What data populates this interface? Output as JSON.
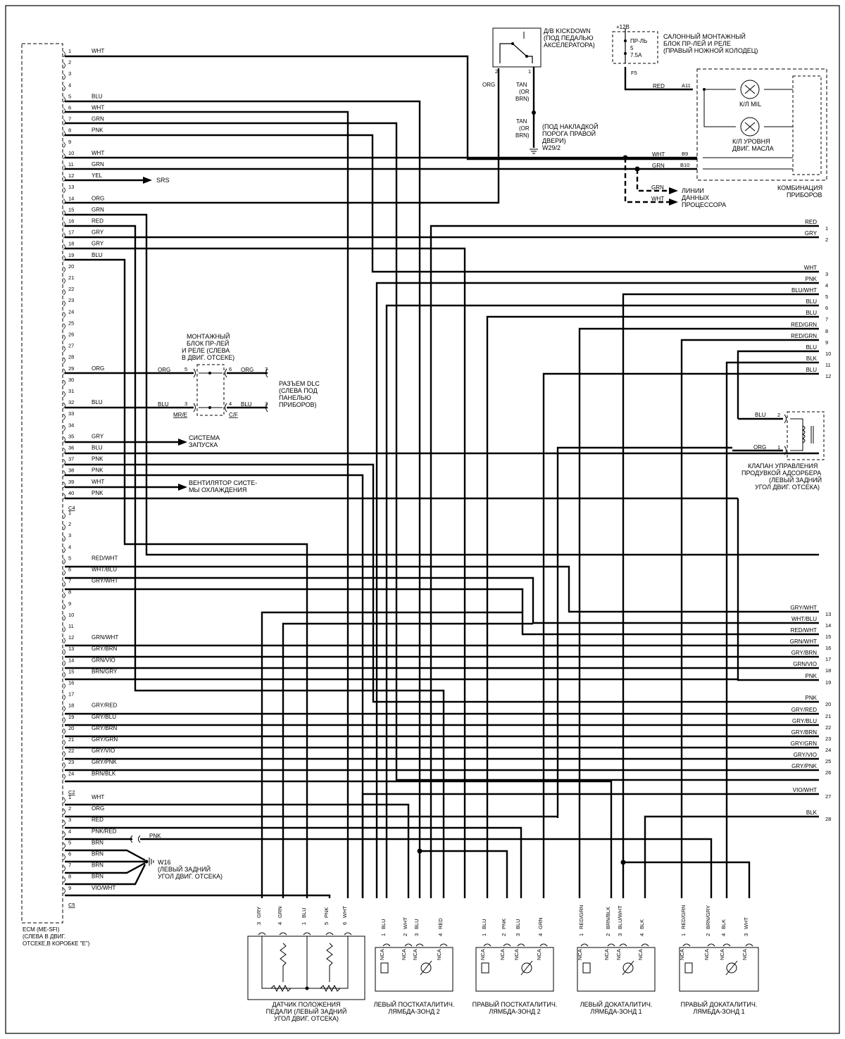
{
  "ecm": {
    "label": [
      "ECM (ME-SFI)",
      "(СЛЕВА В ДВИГ.",
      "ОТСЕКЕ,В КОРОБКЕ \"E\")"
    ],
    "connectors": [
      {
        "name": "",
        "pins": [
          {
            "n": "1",
            "w": "WHT"
          },
          {
            "n": "2",
            "w": ""
          },
          {
            "n": "3",
            "w": ""
          },
          {
            "n": "4",
            "w": ""
          },
          {
            "n": "5",
            "w": "BLU"
          },
          {
            "n": "6",
            "w": "WHT"
          },
          {
            "n": "7",
            "w": "GRN"
          },
          {
            "n": "8",
            "w": "PNK"
          },
          {
            "n": "9",
            "w": ""
          },
          {
            "n": "10",
            "w": "WHT"
          },
          {
            "n": "11",
            "w": "GRN"
          },
          {
            "n": "12",
            "w": "YEL"
          },
          {
            "n": "13",
            "w": ""
          },
          {
            "n": "14",
            "w": "ORG"
          },
          {
            "n": "15",
            "w": "GRN"
          },
          {
            "n": "16",
            "w": "RED"
          },
          {
            "n": "17",
            "w": "GRY"
          },
          {
            "n": "18",
            "w": "GRY"
          },
          {
            "n": "19",
            "w": "BLU"
          },
          {
            "n": "20",
            "w": ""
          },
          {
            "n": "21",
            "w": ""
          },
          {
            "n": "22",
            "w": ""
          },
          {
            "n": "23",
            "w": ""
          },
          {
            "n": "24",
            "w": ""
          },
          {
            "n": "25",
            "w": ""
          },
          {
            "n": "26",
            "w": ""
          },
          {
            "n": "27",
            "w": ""
          },
          {
            "n": "28",
            "w": ""
          },
          {
            "n": "29",
            "w": "ORG"
          },
          {
            "n": "30",
            "w": ""
          },
          {
            "n": "31",
            "w": ""
          },
          {
            "n": "32",
            "w": "BLU"
          },
          {
            "n": "33",
            "w": ""
          },
          {
            "n": "34",
            "w": ""
          },
          {
            "n": "35",
            "w": "GRY"
          },
          {
            "n": "36",
            "w": "BLU"
          },
          {
            "n": "37",
            "w": "PNK"
          },
          {
            "n": "38",
            "w": "PNK"
          },
          {
            "n": "39",
            "w": "WHT"
          },
          {
            "n": "40",
            "w": "PNK"
          }
        ]
      },
      {
        "name": "C4",
        "pins": [
          {
            "n": "1",
            "w": ""
          },
          {
            "n": "2",
            "w": ""
          },
          {
            "n": "3",
            "w": ""
          },
          {
            "n": "4",
            "w": ""
          },
          {
            "n": "5",
            "w": "RED/WHT"
          },
          {
            "n": "6",
            "w": "WHT/BLU"
          },
          {
            "n": "7",
            "w": "GRY/WHT"
          },
          {
            "n": "8",
            "w": ""
          },
          {
            "n": "9",
            "w": ""
          },
          {
            "n": "10",
            "w": ""
          },
          {
            "n": "11",
            "w": ""
          },
          {
            "n": "12",
            "w": "GRN/WHT"
          },
          {
            "n": "13",
            "w": "GRY/BRN"
          },
          {
            "n": "14",
            "w": "GRN/VIO"
          },
          {
            "n": "15",
            "w": "BRN/GRY"
          },
          {
            "n": "16",
            "w": ""
          },
          {
            "n": "17",
            "w": ""
          },
          {
            "n": "18",
            "w": "GRY/RED"
          },
          {
            "n": "19",
            "w": "GRY/BLU"
          },
          {
            "n": "20",
            "w": "GRY/BRN"
          },
          {
            "n": "21",
            "w": "GRY/GRN"
          },
          {
            "n": "22",
            "w": "GRY/VIO"
          },
          {
            "n": "23",
            "w": "GRY/PNK"
          },
          {
            "n": "24",
            "w": "BRN/BLK"
          }
        ]
      },
      {
        "name": "C2",
        "pins": [
          {
            "n": "1",
            "w": "WHT"
          },
          {
            "n": "2",
            "w": "ORG"
          },
          {
            "n": "3",
            "w": "RED"
          },
          {
            "n": "4",
            "w": "PNK/RED"
          },
          {
            "n": "5",
            "w": "BRN"
          },
          {
            "n": "6",
            "w": "BRN"
          },
          {
            "n": "7",
            "w": "BRN"
          },
          {
            "n": "8",
            "w": "BRN"
          },
          {
            "n": "9",
            "w": "VIO/WHT"
          }
        ]
      }
    ],
    "end_connector": "C5"
  },
  "kickdown": {
    "label": [
      "Д/В KICKDOWN",
      "(ПОД ПЕДАЛЬЮ",
      "АКСЕЛЕРАТОРА)"
    ],
    "pin_left": "2",
    "pin_right": "1",
    "wire_left": "ORG",
    "wire_tan1": [
      "TAN",
      "(OR",
      "BRN)"
    ],
    "wire_tan2": [
      "TAN",
      "(OR",
      "BRN)"
    ],
    "ground_label": [
      "(ПОД НАКЛАДКОЙ",
      "ПОРОГА ПРАВОЙ",
      "ДВЕРИ)",
      "W29/2"
    ]
  },
  "fuse_block": {
    "supply": "+12В",
    "fuse": [
      "ПР-ЛЬ",
      "5",
      "7.5A"
    ],
    "pin": "F5",
    "label": [
      "САЛОННЫЙ МОНТАЖНЫЙ",
      "БЛОК ПР-ЛЕЙ И  РЕЛЕ",
      "(ПРАВЫЙ НОЖНОЙ КОЛОДЕЦ)"
    ]
  },
  "cluster": {
    "label": [
      "КОМБИНАЦИЯ",
      "ПРИБОРОВ"
    ],
    "lamp1": "К/Л MIL",
    "lamp2": [
      "К/Л УРОВНЯ",
      "ДВИГ. МАСЛА"
    ],
    "pins": {
      "a11": "A11",
      "b9": "B9",
      "b10": "B10"
    },
    "wires": {
      "red": "RED",
      "wht": "WHT",
      "grn": "GRN",
      "grn2": "GRN",
      "wht2": "WHT"
    },
    "data_lines": [
      "ЛИНИИ",
      "ДАННЫХ",
      "ПРОЦЕССОРА"
    ]
  },
  "srs": "SRS",
  "relay_block": {
    "label": [
      "МОНТАЖНЫЙ",
      "БЛОК ПР-ЛЕЙ",
      "И РЕЛЕ (СЛЕВА",
      "В ДВИГ. ОТСЕКЕ)"
    ],
    "top_left": {
      "wire": "ORG",
      "pin": "5"
    },
    "top_right": {
      "wire": "ORG",
      "pin": "6"
    },
    "bot_left": {
      "wire": "BLU",
      "pin": "3",
      "tag": "MR/E"
    },
    "bot_right": {
      "wire": "BLU",
      "pin": "4",
      "tag": "C/F"
    },
    "dlc_pin_top": "7",
    "dlc_pin_bot": "3"
  },
  "dlc": [
    "РАЗЪЕМ DLC",
    "(СЛЕВА ПОД",
    "ПАНЕЛЬЮ",
    "ПРИБОРОВ)"
  ],
  "start_system": [
    "СИСТЕМА",
    "ЗАПУСКА"
  ],
  "fan": [
    "ВЕНТИЛЯТОР СИСТЕ-",
    "МЫ ОХЛАЖДЕНИЯ"
  ],
  "purge_valve": {
    "label": [
      "КЛАПАН УПРАВЛЕНИЯ",
      "ПРОДУВКОЙ АДСОРБЕРА",
      "(ЛЕВЫЙ ЗАДНИЙ",
      "УГОЛ ДВИГ. ОТСЕКА)"
    ],
    "pin2": {
      "n": "2",
      "w": "BLU"
    },
    "pin1": {
      "n": "1",
      "w": "ORG"
    }
  },
  "right_bus": [
    {
      "n": "1",
      "w": "RED"
    },
    {
      "n": "2",
      "w": "GRY"
    },
    {
      "n": "3",
      "w": "WHT"
    },
    {
      "n": "4",
      "w": "PNK"
    },
    {
      "n": "5",
      "w": "BLU/WHT"
    },
    {
      "n": "6",
      "w": "BLU"
    },
    {
      "n": "7",
      "w": "BLU"
    },
    {
      "n": "8",
      "w": "RED/GRN"
    },
    {
      "n": "9",
      "w": "RED/GRN"
    },
    {
      "n": "10",
      "w": "BLU"
    },
    {
      "n": "11",
      "w": "BLK"
    },
    {
      "n": "12",
      "w": "BLU"
    },
    {
      "n": "13",
      "w": "GRY/WHT"
    },
    {
      "n": "14",
      "w": "WHT/BLU"
    },
    {
      "n": "15",
      "w": "RED/WHT"
    },
    {
      "n": "16",
      "w": "GRN/WHT"
    },
    {
      "n": "17",
      "w": "GRY/BRN"
    },
    {
      "n": "18",
      "w": "GRN/VIO"
    },
    {
      "n": "19",
      "w": "PNK"
    },
    {
      "n": "20",
      "w": "PNK"
    },
    {
      "n": "21",
      "w": "GRY/RED"
    },
    {
      "n": "22",
      "w": "GRY/BLU"
    },
    {
      "n": "23",
      "w": "GRY/BRN"
    },
    {
      "n": "24",
      "w": "GRY/GRN"
    },
    {
      "n": "25",
      "w": "GRY/VIO"
    },
    {
      "n": "26",
      "w": "GRY/PNK"
    },
    {
      "n": "27",
      "w": "VIO/WHT"
    },
    {
      "n": "28",
      "w": "BLK"
    }
  ],
  "pnk_wire": "PNK",
  "ground_w16": [
    "W16",
    "(ЛЕВЫЙ ЗАДНИЙ",
    "УГОЛ ДВИГ. ОТСЕКА)"
  ],
  "sensors": [
    {
      "label": [
        "ДАТЧИК ПОЛОЖЕНИЯ",
        "ПЕДАЛИ (ЛЕВЫЙ ЗАДНИЙ",
        "УГОЛ ДВИГ. ОТСЕКА)"
      ],
      "pins": [
        {
          "n": "3",
          "w": "GRY",
          "code": ""
        },
        {
          "n": "4",
          "w": "GRN",
          "code": ""
        },
        {
          "n": "1",
          "w": "BLU",
          "code": ""
        },
        {
          "n": "5",
          "w": "PNK",
          "code": ""
        },
        {
          "n": "6",
          "w": "WHT",
          "code": ""
        }
      ]
    },
    {
      "label": [
        "ЛЕВЫЙ ПОСТКАТАЛИТИЧ.",
        "ЛЯМБДА-ЗОНД 2"
      ],
      "pins": [
        {
          "n": "1",
          "w": "BLU",
          "code": "NCA"
        },
        {
          "n": "2",
          "w": "WHT",
          "code": "NCA"
        },
        {
          "n": "3",
          "w": "BLU",
          "code": "NCA"
        },
        {
          "n": "4",
          "w": "RED",
          "code": "NCA"
        }
      ]
    },
    {
      "label": [
        "ПРАВЫЙ ПОСТКАТАЛИТИЧ.",
        "ЛЯМБДА-ЗОНД 2"
      ],
      "pins": [
        {
          "n": "1",
          "w": "BLU",
          "code": "NCA"
        },
        {
          "n": "2",
          "w": "PNK",
          "code": "NCA"
        },
        {
          "n": "3",
          "w": "BLU",
          "code": "NCA"
        },
        {
          "n": "4",
          "w": "GRN",
          "code": "NCA"
        }
      ]
    },
    {
      "label": [
        "ЛЕВЫЙ ДОКАТАЛИТИЧ.",
        "ЛЯМБДА-ЗОНД 1"
      ],
      "pins": [
        {
          "n": "1",
          "w": "RED/GRN",
          "code": "NCA"
        },
        {
          "n": "2",
          "w": "BRN/BLK",
          "code": "NCA"
        },
        {
          "n": "3",
          "w": "BLU/WHT",
          "code": "NCA"
        },
        {
          "n": "4",
          "w": "BLK",
          "code": "NCA"
        }
      ]
    },
    {
      "label": [
        "ПРАВЫЙ ДОКАТАЛИТИЧ.",
        "ЛЯМБДА-ЗОНД 1"
      ],
      "pins": [
        {
          "n": "1",
          "w": "RED/GRN",
          "code": "NCA"
        },
        {
          "n": "2",
          "w": "BRN/GRY",
          "code": "NCA"
        },
        {
          "n": "4",
          "w": "BLK",
          "code": "NCA"
        },
        {
          "n": "3",
          "w": "WHT",
          "code": "NCA"
        }
      ]
    }
  ]
}
